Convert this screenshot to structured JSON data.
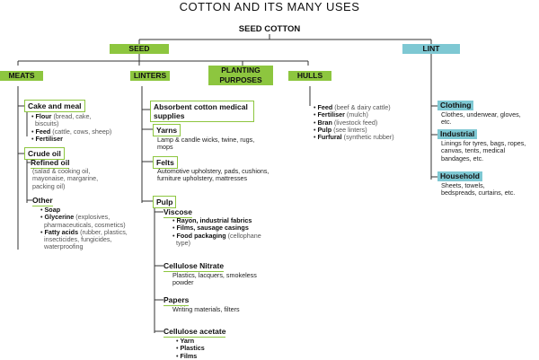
{
  "title": "COTTON AND ITS MANY USES",
  "root": "SEED COTTON",
  "colors": {
    "green": "#8dc63f",
    "blue": "#7ec8d3",
    "line": "#333333"
  },
  "seed": "SEED",
  "lint": "LINT",
  "categories": {
    "meats": "MEATS",
    "linters": "LINTERS",
    "planting": "PLANTING PURPOSES",
    "hulls": "HULLS"
  },
  "meats": {
    "cake": {
      "label": "Cake and meal",
      "items": [
        {
          "name": "Flour",
          "detail": "(bread, cake, biscuits)"
        },
        {
          "name": "Feed",
          "detail": "(cattle, cows, sheep)"
        },
        {
          "name": "Fertiliser",
          "detail": ""
        }
      ]
    },
    "crude": {
      "label": "Crude oil",
      "refined": {
        "label": "Refined oil",
        "detail": "(salad & cooking oil, mayonaise, margarine, packing oil)"
      },
      "other": {
        "label": "Other",
        "items": [
          {
            "name": "Soap",
            "detail": ""
          },
          {
            "name": "Glycerine",
            "detail": "(explosives, pharmaceuticals, cosmetics)"
          },
          {
            "name": "Fatty acids",
            "detail": "(rubber, plastics, insecticides, fungicides, waterproofing"
          }
        ]
      }
    }
  },
  "linters": {
    "absorbent": "Absorbent cotton medical supplies",
    "yarns": {
      "label": "Yarns",
      "desc": "Lamp & candle wicks, twine, rugs, mops"
    },
    "felts": {
      "label": "Felts",
      "desc": "Automotive upholstery, pads, cushions, furniture upholstery, mattresses"
    },
    "pulp": {
      "label": "Pulp",
      "viscose": {
        "label": "Viscose",
        "items": [
          {
            "name": "Rayon, industrial fabrics",
            "detail": ""
          },
          {
            "name": "Films, sausage casings",
            "detail": ""
          },
          {
            "name": "Food packaging",
            "detail": "(cellophane type)"
          }
        ]
      },
      "nitrate": {
        "label": "Cellulose Nitrate",
        "desc": "Plastics, lacquers, smokeless powder"
      },
      "papers": {
        "label": "Papers",
        "desc": "Writing materials, filters"
      },
      "acetate": {
        "label": "Cellulose acetate",
        "items": [
          "Yarn",
          "Plastics",
          "Films"
        ]
      }
    }
  },
  "hulls": {
    "items": [
      {
        "name": "Feed",
        "detail": "(beef & dairy cattle)"
      },
      {
        "name": "Fertiliser",
        "detail": "(mulch)"
      },
      {
        "name": "Bran",
        "detail": "(livestock feed)"
      },
      {
        "name": "Pulp",
        "detail": "(see linters)"
      },
      {
        "name": "Furfural",
        "detail": "(synthetic rubber)"
      }
    ]
  },
  "lint_uses": {
    "clothing": {
      "label": "Clothing",
      "desc": "Clothes, underwear, gloves, etc."
    },
    "industrial": {
      "label": "Industrial",
      "desc": "Linings for tyres, bags, ropes, canvas, tents, medical bandages, etc."
    },
    "household": {
      "label": "Household",
      "desc": "Sheets, towels, bedspreads, curtains, etc."
    }
  }
}
